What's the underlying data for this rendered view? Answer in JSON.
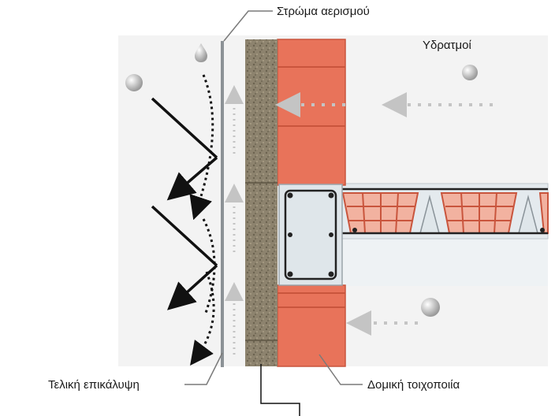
{
  "labels": {
    "ventilation_layer": "Στρώμα αερισμού",
    "water_vapor": "Υδρατμοί",
    "final_cladding": "Τελική επικάλυψη",
    "structural_masonry": "Δομική τοιχοποιία"
  },
  "colors": {
    "brick": "#e8735a",
    "brick_line": "#c9553d",
    "insulation": "#8a7f6a",
    "concrete": "#dfe6ea",
    "steel": "#1f1f1f",
    "cladding": "#8c9296",
    "arrow_dark": "#111111",
    "arrow_light": "#bdbdbd",
    "background_panel": "#f1f1f1"
  }
}
